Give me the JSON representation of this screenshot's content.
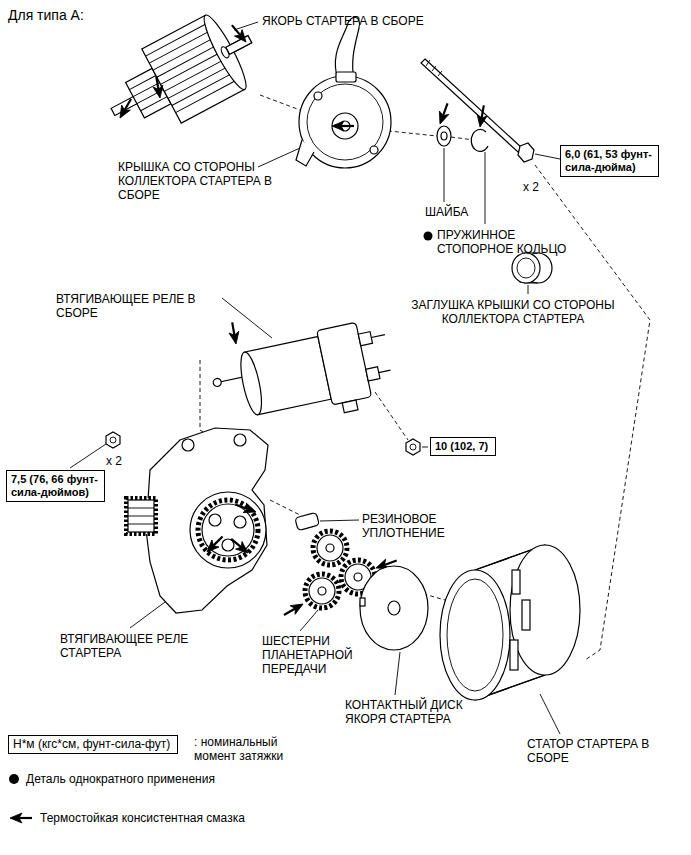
{
  "diagram": {
    "title": "Для типа А:",
    "nodes": [
      {
        "text": [
          "6,0 (61, 53 фунт-сила-дюйма)"
        ]
      },
      {
        "text": [
          "10 (102, 7)"
        ]
      },
      {
        "text": [
          "7,5 (76, 66 фунт-сила-дюймов)"
        ]
      },
      {
        "text": [
          "Н*м (кгс*см, фунт-сила-фут)"
        ]
      }
    ],
    "labels": [
      "ЯКОРЬ СТАРТЕРА В СБОРЕ",
      "КРЫШКА СО СТОРОНЫ КОЛЛЕКТОРА СТАРТЕРА В СБОРЕ",
      "x 2",
      "ШАЙБА",
      "ПРУЖИННОЕ СТОПОРНОЕ КОЛЬЦО",
      "ЗАГЛУШКА КРЫШКИ СО СТОРОНЫ КОЛЛЕКТОРА СТАРТЕРА",
      "ВТЯГИВАЮЩЕЕ РЕЛЕ В СБОРЕ",
      "x 2",
      "РЕЗИНОВОЕ УПЛОТНЕНИЕ",
      "ВТЯГИВАЮЩЕЕ РЕЛЕ СТАРТЕРА",
      "ШЕСТЕРНИ ПЛАНЕТАРНОЙ ПЕРЕДАЧИ",
      "КОНТАКТНЫЙ ДИСК ЯКОРЯ СТАРТЕРА",
      "СТАТОР СТАРТЕРА В СБОРЕ",
      ": номинальный момент затяжки"
    ],
    "legend": [
      {
        "text": "Деталь однократного применения"
      },
      {
        "text": "Термостойкая консистентная смазка"
      }
    ]
  }
}
